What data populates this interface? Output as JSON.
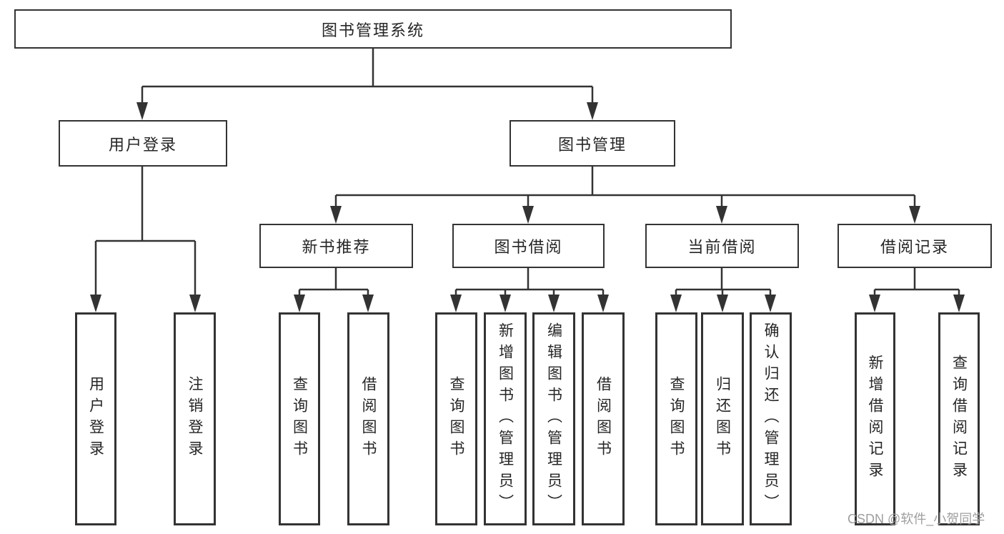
{
  "tree": {
    "label": "图书管理系统",
    "children": [
      {
        "label": "用户登录",
        "children": [
          {
            "label": "用户登录"
          },
          {
            "label": "注销登录"
          }
        ]
      },
      {
        "label": "图书管理",
        "children": [
          {
            "label": "新书推荐",
            "children": [
              {
                "label": "查询图书"
              },
              {
                "label": "借阅图书"
              }
            ]
          },
          {
            "label": "图书借阅",
            "children": [
              {
                "label": "查询图书"
              },
              {
                "label": "新增图书（管理员）"
              },
              {
                "label": "编辑图书（管理员）"
              },
              {
                "label": "借阅图书"
              }
            ]
          },
          {
            "label": "当前借阅",
            "children": [
              {
                "label": "查询图书"
              },
              {
                "label": "归还图书"
              },
              {
                "label": "确认归还（管理员）"
              }
            ]
          },
          {
            "label": "借阅记录",
            "children": [
              {
                "label": "新增借阅记录"
              },
              {
                "label": "查询借阅记录"
              }
            ]
          }
        ]
      }
    ]
  },
  "watermark": {
    "text": "CSDN @软件_小贺同学",
    "color": "#9e9e9e"
  },
  "colors": {
    "line": "#333333",
    "text": "#262626",
    "background": "#ffffff"
  }
}
